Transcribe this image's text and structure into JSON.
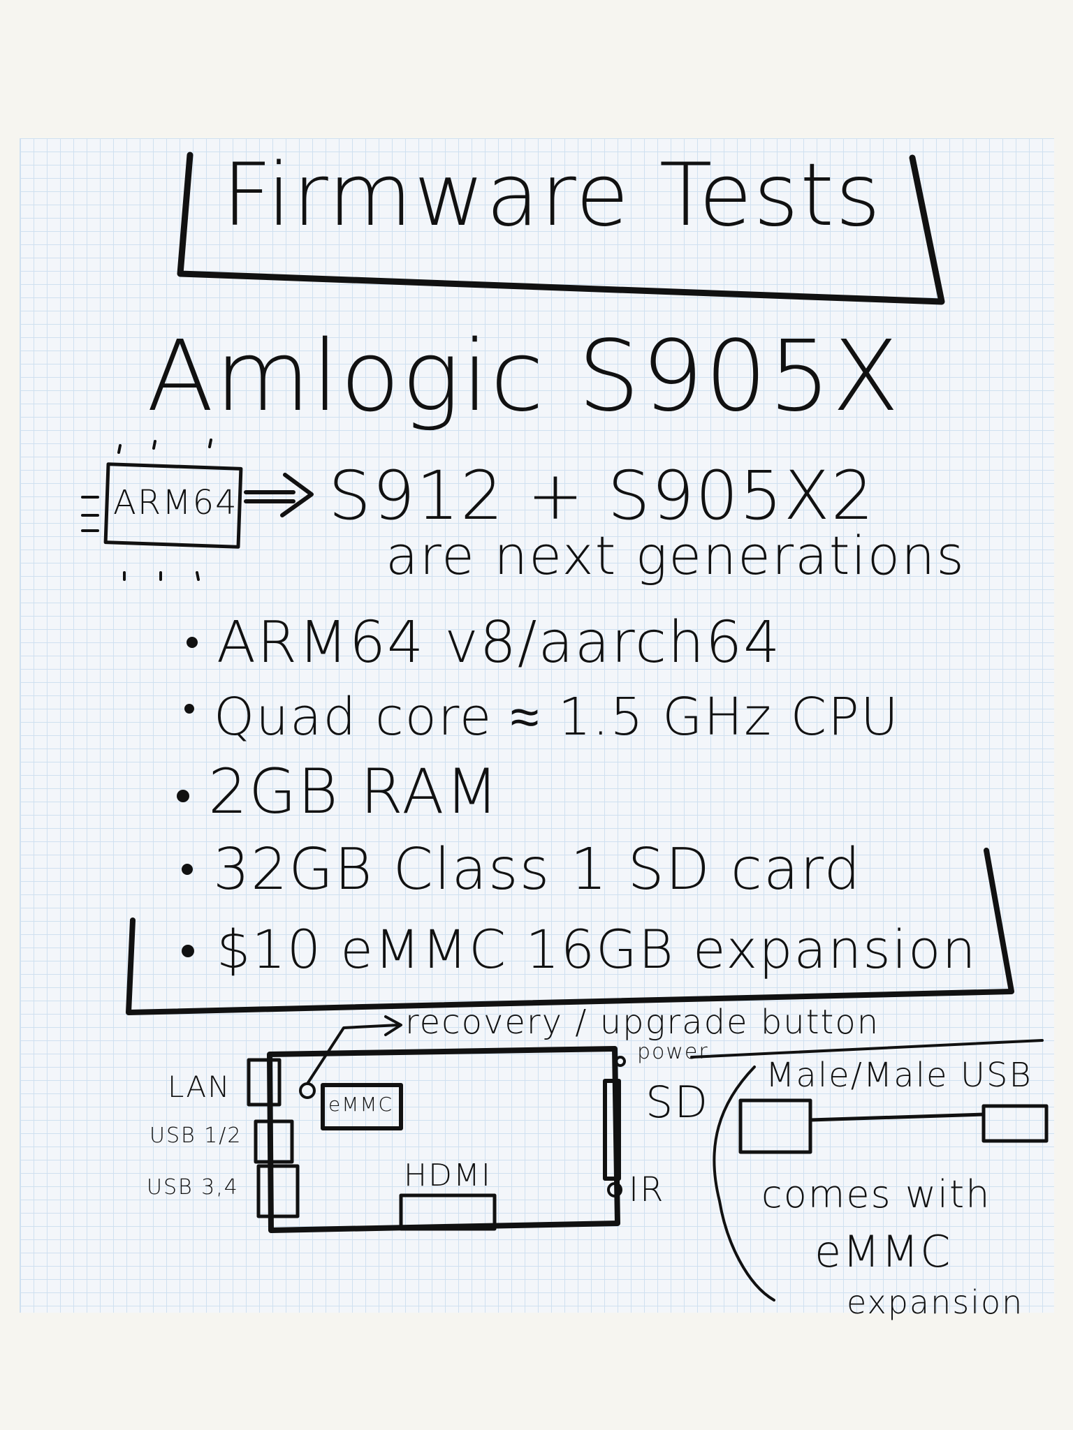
{
  "title": "Firmware Tests",
  "heading": "Amlogic S905X",
  "chip_label": "ARM64",
  "next_gen": {
    "line1": "S912 + S905X2",
    "line2": "are next generations"
  },
  "specs": [
    "ARM64 v8/aarch64",
    "Quad core ≈ 1.5 GHz CPU",
    "2GB RAM",
    "32GB Class 1 SD card",
    "$10 eMMC 16GB expansion"
  ],
  "board": {
    "recovery_label": "recovery / upgrade button",
    "power_label": "power",
    "ports": {
      "lan": "LAN",
      "usb12": "USB 1/2",
      "usb34": "USB 3,4",
      "sd": "SD",
      "ir": "IR",
      "hdmi": "HDMI",
      "emmc": "eMMC"
    }
  },
  "usb_cable": {
    "label": "Male/Male USB",
    "note_line1": "comes with",
    "note_line2": "eMMC",
    "note_line3": "expansion"
  },
  "colors": {
    "ink": "#111111",
    "grid": "#cfe0f0",
    "paper": "#f3f6fa"
  }
}
